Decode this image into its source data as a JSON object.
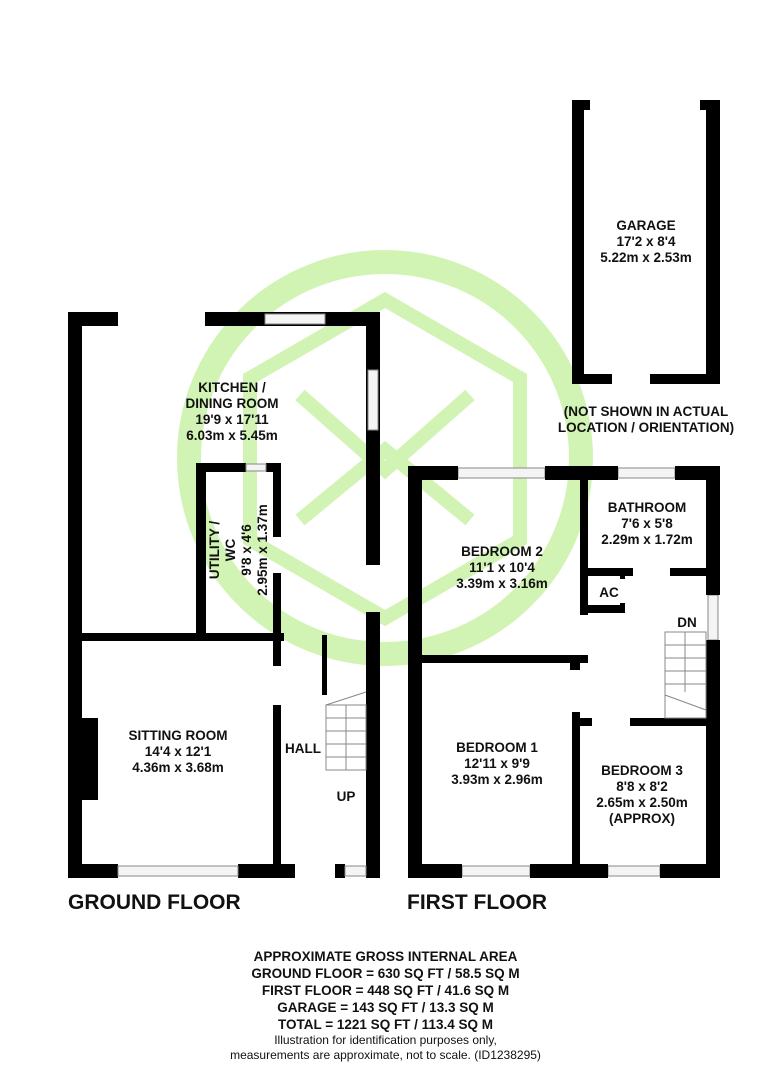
{
  "colors": {
    "wall": "#000000",
    "watermark": "#c9f2a6",
    "window": "#f4f4f4"
  },
  "ground_floor": {
    "title": "GROUND FLOOR",
    "kitchen": {
      "name1": "KITCHEN /",
      "name2": "DINING ROOM",
      "imperial": "19'9 x 17'11",
      "metric": "6.03m x 5.45m"
    },
    "utility": {
      "name1": "UTILITY /",
      "name2": "WC",
      "imperial": "9'8 x 4'6",
      "metric": "2.95m x 1.37m"
    },
    "sitting": {
      "name": "SITTING ROOM",
      "imperial": "14'4 x 12'1",
      "metric": "4.36m x 3.68m"
    },
    "hall": "HALL",
    "stairs": "UP"
  },
  "first_floor": {
    "title": "FIRST FLOOR",
    "bedroom2": {
      "name": "BEDROOM 2",
      "imperial": "11'1 x 10'4",
      "metric": "3.39m x 3.16m"
    },
    "bathroom": {
      "name": "BATHROOM",
      "imperial": "7'6 x 5'8",
      "metric": "2.29m x 1.72m"
    },
    "ac": "AC",
    "stairs": "DN",
    "bedroom1": {
      "name": "BEDROOM 1",
      "imperial": "12'11 x 9'9",
      "metric": "3.93m x 2.96m"
    },
    "bedroom3": {
      "name": "BEDROOM 3",
      "imperial": "8'8 x 8'2",
      "metric": "2.65m x 2.50m",
      "note": "(APPROX)"
    }
  },
  "garage": {
    "name": "GARAGE",
    "imperial": "17'2 x 8'4",
    "metric": "5.22m x 2.53m",
    "note1": "(NOT SHOWN IN ACTUAL",
    "note2": "LOCATION / ORIENTATION)"
  },
  "area": {
    "heading": "APPROXIMATE GROSS INTERNAL AREA",
    "ground": "GROUND FLOOR = 630 SQ FT / 58.5 SQ M",
    "first": "FIRST FLOOR = 448 SQ FT / 41.6 SQ M",
    "garage": "GARAGE = 143 SQ FT / 13.3 SQ M",
    "total": "TOTAL = 1221 SQ FT / 113.4 SQ M",
    "disclaimer1": "Illustration for identification purposes only,",
    "disclaimer2": "measurements are approximate, not to scale. (ID1238295)"
  }
}
